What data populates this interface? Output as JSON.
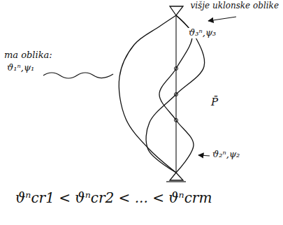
{
  "diagram": {
    "labels": [
      "višje uklonske oblike",
      "ma oblika:",
      "ϑ₁ⁿ,ψ₁",
      "ϑ₃ⁿ,ψ₃",
      "P̄",
      "ϑ₂ⁿ,ψ₂",
      "ϑⁿcr1 < ϑⁿcr2 < ... < ϑⁿcrm"
    ]
  }
}
